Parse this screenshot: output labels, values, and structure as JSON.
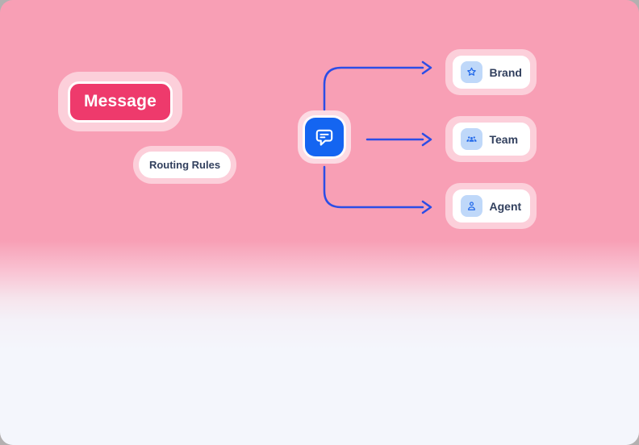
{
  "diagram": {
    "message_node": {
      "label": "Message"
    },
    "routing_node": {
      "label": "Routing Rules"
    },
    "hub": {
      "icon": "chat-message-icon"
    },
    "targets": [
      {
        "label": "Brand",
        "icon": "star-icon"
      },
      {
        "label": "Team",
        "icon": "team-icon"
      },
      {
        "label": "Agent",
        "icon": "agent-icon"
      }
    ],
    "colors": {
      "background_pink": "#f89fb5",
      "background_fade": "#f4f6fc",
      "message_fill": "#ee3a6c",
      "arrow_blue": "#2b4de6",
      "hub_blue": "#1465f1",
      "chip_blue": "#bfd8f9",
      "icon_blue": "#2269ea",
      "label_navy": "#32405e"
    }
  }
}
